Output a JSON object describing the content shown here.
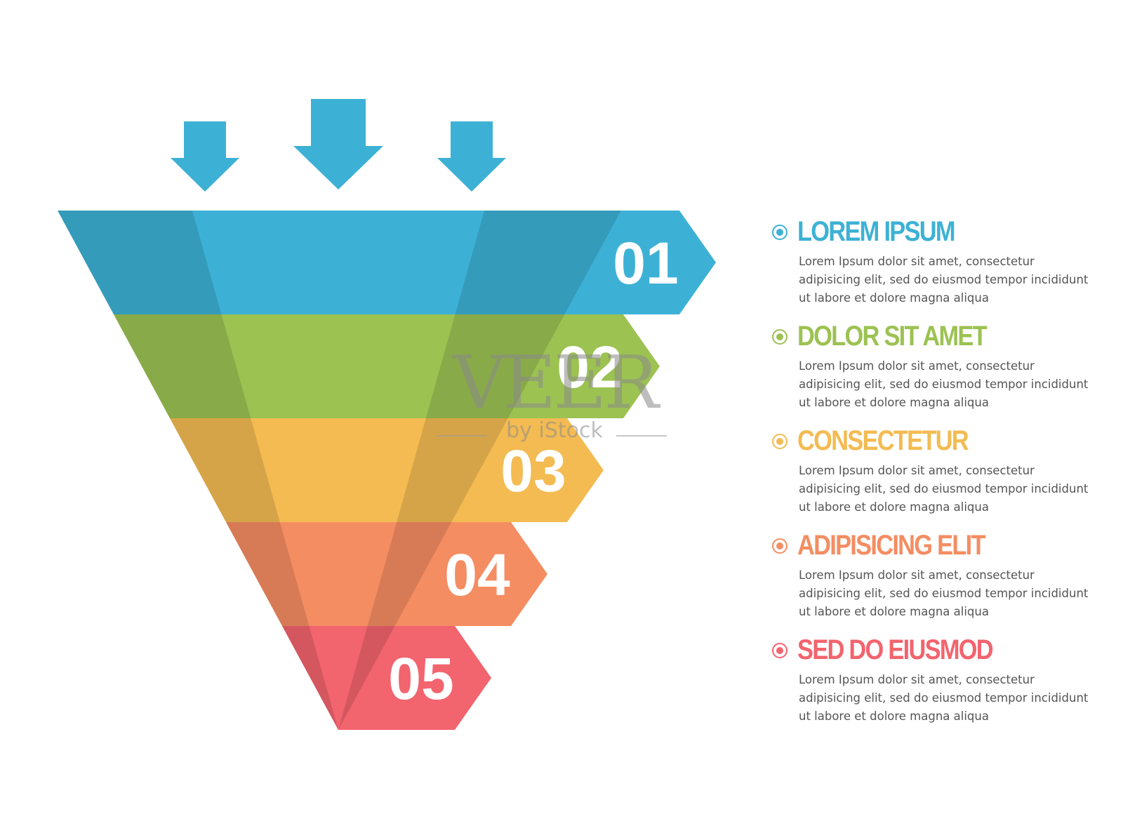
{
  "stages": [
    {
      "number": "01",
      "color": "#3db1d5",
      "title": "LOREM IPSUM",
      "description": "Lorem Ipsum dolor sit amet, consectetur adipisicing elit, sed do eiusmod tempor incididunt ut labore et dolore magna aliqua"
    },
    {
      "number": "02",
      "color": "#9cc252",
      "title": "DOLOR SIT AMET",
      "description": "Lorem Ipsum dolor sit amet, consectetur adipisicing elit, sed do eiusmod tempor incididunt ut labore et dolore magna aliqua"
    },
    {
      "number": "03",
      "color": "#f3bb52",
      "title": "CONSECTETUR",
      "description": "Lorem Ipsum dolor sit amet, consectetur adipisicing elit, sed do eiusmod tempor incididunt ut labore et dolore magna aliqua"
    },
    {
      "number": "04",
      "color": "#f48d62",
      "title": "ADIPISICING ELIT",
      "description": "Lorem Ipsum dolor sit amet, consectetur adipisicing elit, sed do eiusmod tempor incididunt ut labore et dolore magna aliqua"
    },
    {
      "number": "05",
      "color": "#f2646e",
      "title": "SED DO EIUSMOD",
      "description": "Lorem Ipsum dolor sit amet, consectetur adipisicing elit, sed do eiusmod tempor incididunt ut labore et dolore magna aliqua"
    }
  ],
  "arrows": {
    "color": "#3db1d5",
    "count": 3
  },
  "watermark": {
    "main": "VEER",
    "sub": "by iStock"
  }
}
